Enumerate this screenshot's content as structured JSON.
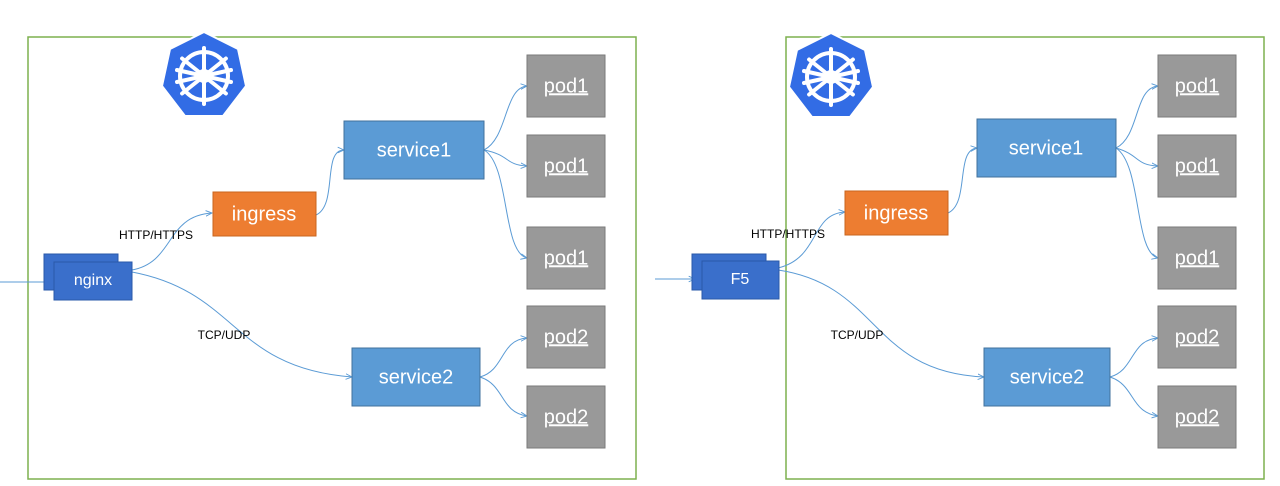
{
  "colors": {
    "frame": "#7db14f",
    "edge": "#5b9bd5",
    "service": "#5b9bd5",
    "ingress": "#ed7d31",
    "entry": "#3a6fcb",
    "pod": "#999999",
    "k8s": "#326ce5"
  },
  "icons": {
    "logo": "kubernetes-helm-icon"
  },
  "diagrams": [
    {
      "entry_label": "nginx",
      "ingress_label": "ingress",
      "http_label": "HTTP/HTTPS",
      "tcp_label": "TCP/UDP",
      "service1_label": "service1",
      "service2_label": "service2",
      "service1_pods": [
        "pod1",
        "pod1",
        "pod1"
      ],
      "service2_pods": [
        "pod2",
        "pod2"
      ]
    },
    {
      "entry_label": "F5",
      "ingress_label": "ingress",
      "http_label": "HTTP/HTTPS",
      "tcp_label": "TCP/UDP",
      "service1_label": "service1",
      "service2_label": "service2",
      "service1_pods": [
        "pod1",
        "pod1",
        "pod1"
      ],
      "service2_pods": [
        "pod2",
        "pod2"
      ]
    }
  ]
}
